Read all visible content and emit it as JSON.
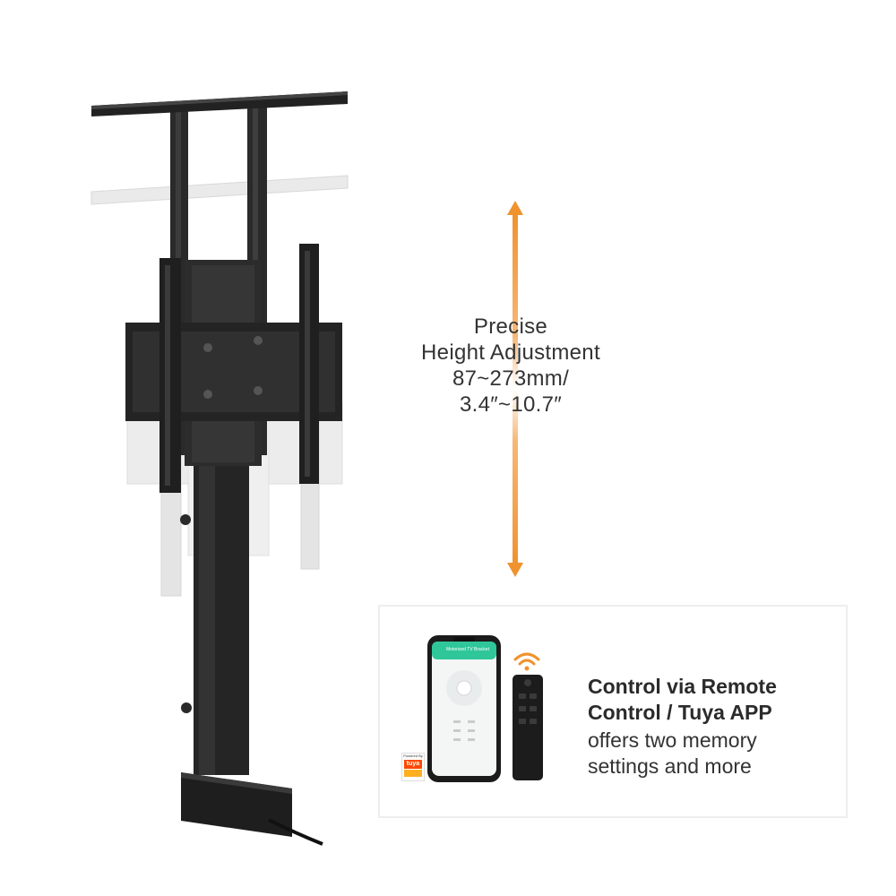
{
  "height_adjustment": {
    "line1": "Precise",
    "line2": "Height Adjustment",
    "line3": "87~273mm/",
    "line4": "3.4″~10.7″"
  },
  "control_card": {
    "title_line1": "Control via Remote",
    "title_line2": "Control / Tuya APP",
    "desc_line1": "offers two memory",
    "desc_line2": "settings and more"
  },
  "phone_app": {
    "header": "Motorized TV Bracket"
  },
  "badge": {
    "powered_by": "Powered By",
    "brand": "tuya"
  },
  "colors": {
    "accent_arrow": "#f0922e",
    "metal": "#262626",
    "ghost": "#e6e6e6",
    "app_green": "#2fc79a"
  },
  "icons": {
    "wifi": "wifi-signal-icon",
    "arrow": "double-vertical-arrow-icon"
  }
}
